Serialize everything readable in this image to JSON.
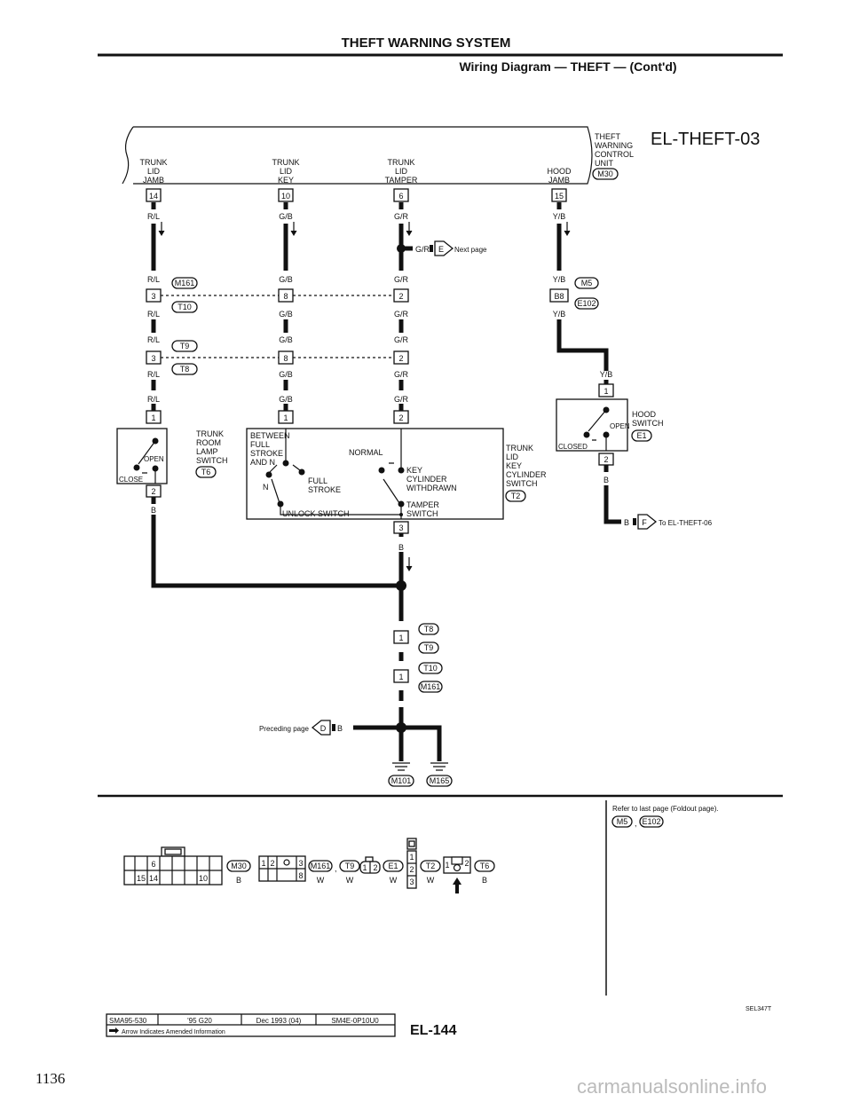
{
  "header": {
    "title": "THEFT WARNING SYSTEM",
    "subtitle": "Wiring Diagram — THEFT — (Cont'd)",
    "diagram_id": "EL-THEFT-03"
  },
  "control_unit": {
    "name_lines": [
      "THEFT",
      "WARNING",
      "CONTROL",
      "UNIT"
    ],
    "connector": "M30",
    "terminals": [
      {
        "lines": [
          "TRUNK",
          "LID",
          "JAMB"
        ],
        "pin": "14"
      },
      {
        "lines": [
          "TRUNK",
          "LID",
          "KEY"
        ],
        "pin": "10"
      },
      {
        "lines": [
          "TRUNK",
          "LID",
          "TAMPER"
        ],
        "pin": "6"
      },
      {
        "lines": [
          "HOOD",
          "JAMB"
        ],
        "pin": "15"
      }
    ]
  },
  "wires": {
    "rl": "R/L",
    "gb": "G/B",
    "gr": "G/R",
    "yb": "Y/B",
    "b": "B"
  },
  "inline_connectors": {
    "row1": {
      "pins": [
        "3",
        "8",
        "2"
      ],
      "ids": [
        "M161",
        "T10"
      ]
    },
    "row2": {
      "pins": [
        "3",
        "8",
        "2"
      ],
      "ids": [
        "T9",
        "T8"
      ]
    },
    "hood": {
      "pin": "B8",
      "ids": [
        "M5",
        "E102"
      ]
    },
    "ground1": {
      "pin": "1",
      "ids": [
        "T8",
        "T9"
      ]
    },
    "ground2": {
      "pin": "1",
      "ids": [
        "T10",
        "M161"
      ]
    }
  },
  "next_page": {
    "wire": "G/R",
    "tag": "E",
    "label": "Next page"
  },
  "to_page": {
    "wire": "B",
    "tag": "F",
    "label": "To EL-THEFT-06"
  },
  "preceding": {
    "wire": "B",
    "tag": "D",
    "label": "Preceding page"
  },
  "trunk_room_lamp_switch": {
    "name_lines": [
      "TRUNK",
      "ROOM",
      "LAMP",
      "SWITCH"
    ],
    "connector": "T6",
    "pins": [
      "1",
      "2"
    ],
    "open": "OPEN",
    "close": "CLOSE"
  },
  "trunk_lid_key_cylinder_switch": {
    "name_lines": [
      "TRUNK",
      "LID",
      "KEY",
      "CYLINDER",
      "SWITCH"
    ],
    "connector": "T2",
    "pins": [
      "1",
      "2",
      "3"
    ],
    "between_lines": [
      "BETWEEN",
      "FULL",
      "STROKE",
      "AND N"
    ],
    "n": "N",
    "full_stroke_lines": [
      "FULL",
      "STROKE"
    ],
    "normal": "NORMAL",
    "key_lines": [
      "KEY",
      "CYLINDER",
      "WITHDRAWN"
    ],
    "tamper_lines": [
      "TAMPER",
      "SWITCH"
    ],
    "unlock": "UNLOCK SWITCH"
  },
  "hood_switch": {
    "name_lines": [
      "HOOD",
      "SWITCH"
    ],
    "connector": "E1",
    "pins": [
      "1",
      "2"
    ],
    "open": "OPEN",
    "closed": "CLOSED"
  },
  "grounds": [
    "M101",
    "M165"
  ],
  "connector_views": {
    "m30": {
      "id": "M30",
      "color": "B",
      "top_pins": "6",
      "bottom_pins": [
        "15",
        "14",
        "10"
      ]
    },
    "m161": {
      "id": "M161",
      "color": "W",
      "pins": [
        "1",
        "2",
        "3",
        "8"
      ]
    },
    "t9": {
      "id": "T9",
      "color": "W",
      "pins": [
        "1",
        "2"
      ]
    },
    "e1": {
      "id": "E1",
      "color": "W",
      "pins": [
        "1",
        "2",
        "3"
      ]
    },
    "t2": {
      "id": "T2",
      "color": "W",
      "pins": [
        "1",
        "2"
      ]
    },
    "t6": {
      "id": "T6",
      "color": "B"
    },
    "separator": ","
  },
  "side_note": {
    "text": "Refer to last page (Foldout page).",
    "ids": [
      "M5",
      "E102"
    ],
    "comma": ","
  },
  "footer": {
    "cells": [
      "SMA95-530",
      "'95 G20",
      "Dec 1993 (04)",
      "SM4E-0P10U0"
    ],
    "arrow_note": "Arrow Indicates Amended Information",
    "page": "EL-144",
    "code": "SEL347T",
    "page_number": "1136",
    "watermark": "carmanualsonline.info"
  }
}
